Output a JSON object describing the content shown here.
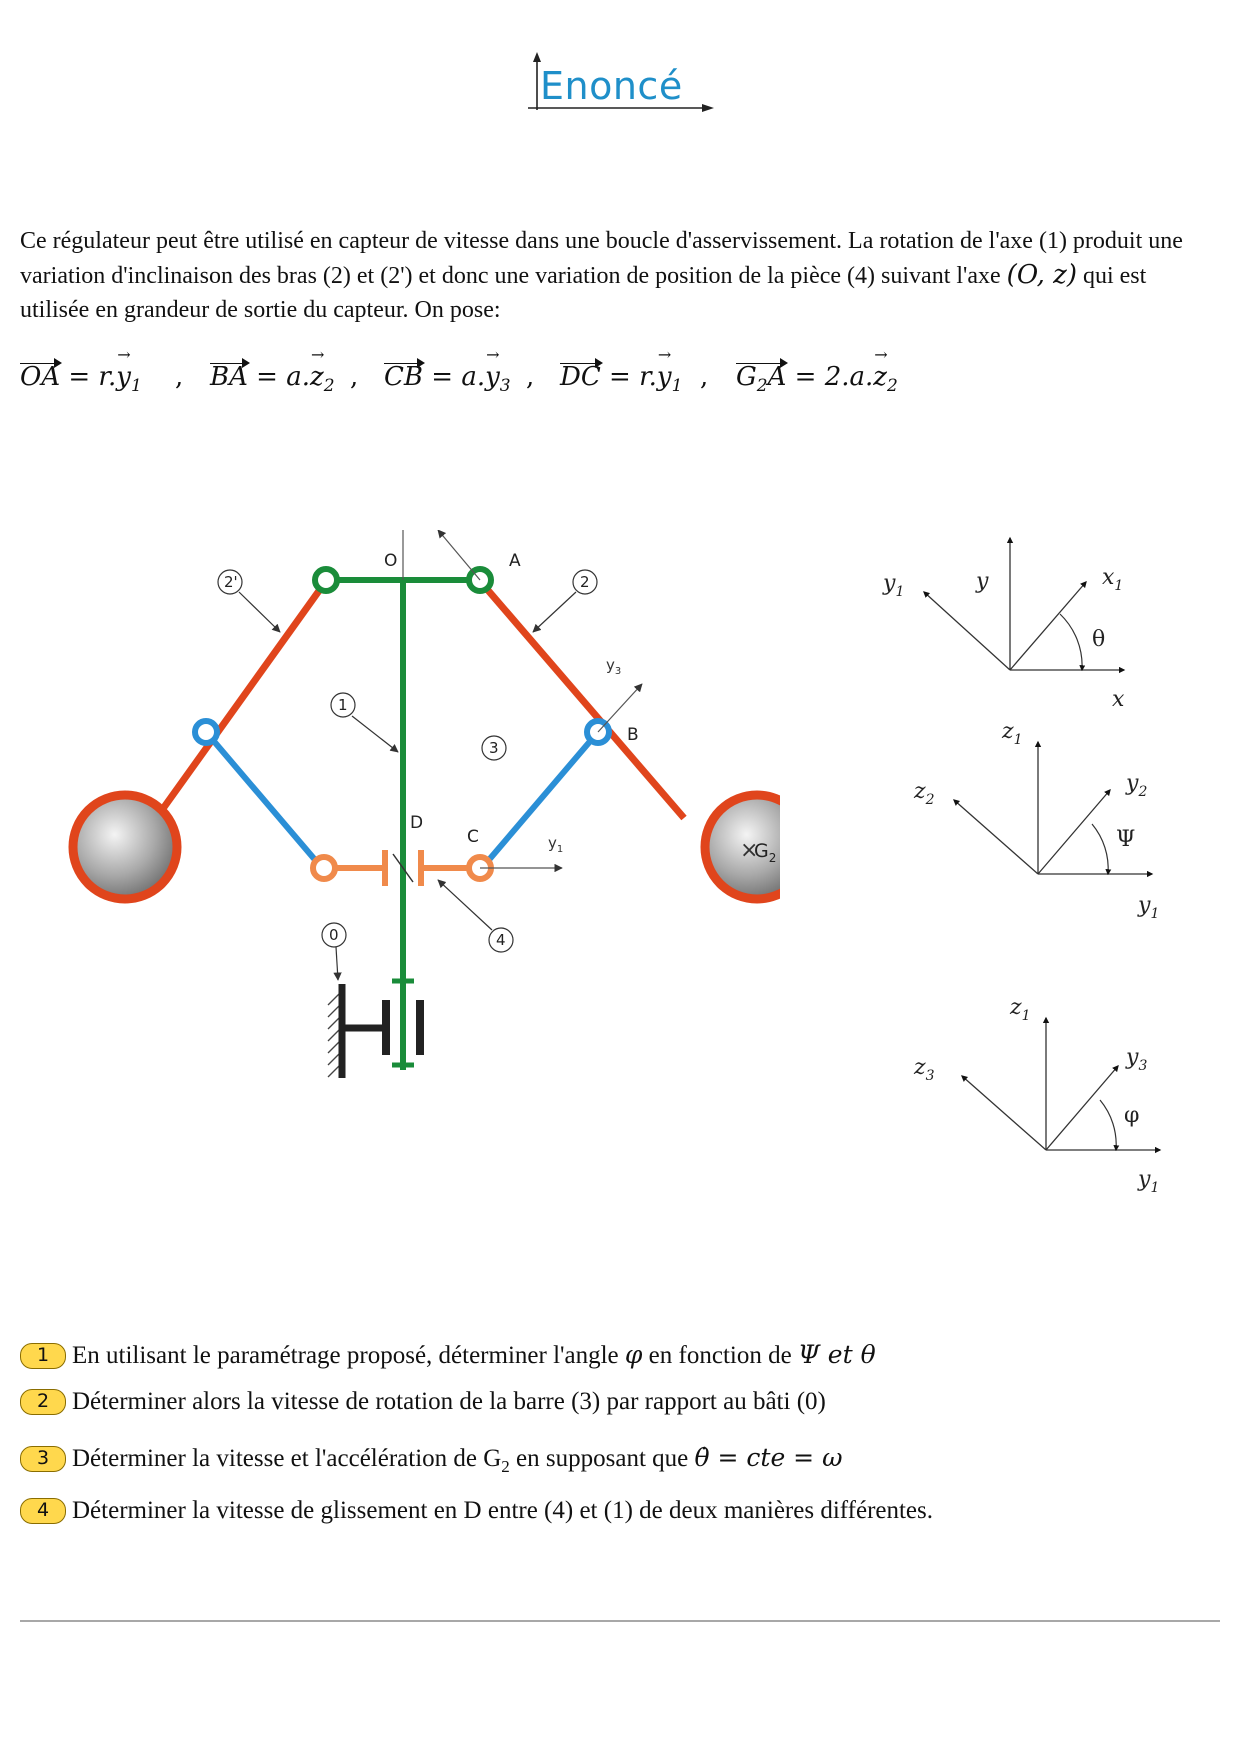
{
  "header": {
    "title": "Enoncé"
  },
  "intro": {
    "text_before_axis": "Ce régulateur peut être utilisé en capteur de vitesse dans une boucle d'asservissement. La rotation de l'axe (1) produit une variation d'inclinaison des bras (2) et (2') et donc une variation de position de la pièce (4) suivant l'axe",
    "axis": "(O, z)",
    "text_after_axis": " qui est utilisée en grandeur de sortie du capteur. On pose:"
  },
  "equations": [
    {
      "lhs": "OA",
      "rhs_coef": "r.",
      "rhs_vec": "y",
      "rhs_sub": "1"
    },
    {
      "lhs": "BA",
      "rhs_coef": "a.",
      "rhs_vec": "z",
      "rhs_sub": "2"
    },
    {
      "lhs": "CB",
      "rhs_coef": "a.",
      "rhs_vec": "y",
      "rhs_sub": "3"
    },
    {
      "lhs": "DC",
      "rhs_coef": "r.",
      "rhs_vec": "y",
      "rhs_sub": "1"
    },
    {
      "lhs": "G",
      "lhs_sub": "2",
      "lhs_tail": "A",
      "rhs_coef": "2.a.",
      "rhs_vec": "z",
      "rhs_sub": "2"
    }
  ],
  "diagram": {
    "labels": {
      "z1": "z",
      "z1_sub": "1",
      "z2": "z",
      "z2_sub": "2",
      "y3": "y",
      "y3_sub": "3",
      "y1": "y",
      "y1_sub": "1",
      "O": "O",
      "A": "A",
      "B": "B",
      "C": "C",
      "D": "D",
      "G2": "G",
      "G2_sub": "2"
    },
    "parts": {
      "p2prime": "2'",
      "p2": "2",
      "p1": "1",
      "p3": "3",
      "p4": "4",
      "p0": "0"
    },
    "colors": {
      "green": "#1a8c3a",
      "red": "#e0451c",
      "blue": "#2b8fd6",
      "orange": "#f08a4b",
      "black": "#222222"
    }
  },
  "frames": [
    {
      "h": "x",
      "h_sub": "",
      "v": "y",
      "v_sub": "",
      "d": "x",
      "d_sub": "1",
      "p": "y",
      "p_sub": "1",
      "angle": "θ"
    },
    {
      "h": "y",
      "h_sub": "1",
      "v": "z",
      "v_sub": "1",
      "d": "y",
      "d_sub": "2",
      "p": "z",
      "p_sub": "2",
      "angle": "Ψ"
    },
    {
      "h": "y",
      "h_sub": "1",
      "v": "z",
      "v_sub": "1",
      "d": "y",
      "d_sub": "3",
      "p": "z",
      "p_sub": "3",
      "angle": "φ"
    }
  ],
  "questions": [
    {
      "num": "1",
      "text": "En utilisant le paramétrage proposé, déterminer l'angle ",
      "math1": "φ",
      "text2": " en fonction de ",
      "math2": "Ψ  et  θ"
    },
    {
      "num": "2",
      "text": "Déterminer alors la vitesse de rotation de la barre (3) par rapport au bâti (0)"
    },
    {
      "num": "3",
      "text": "Déterminer la vitesse et l'accélération de G",
      "sub": "2",
      "text2": " en supposant que ",
      "math2": "θ̇ = cte = ω"
    },
    {
      "num": "4",
      "text": "Déterminer la vitesse de glissement en D entre (4) et (1) de deux manières différentes."
    }
  ]
}
